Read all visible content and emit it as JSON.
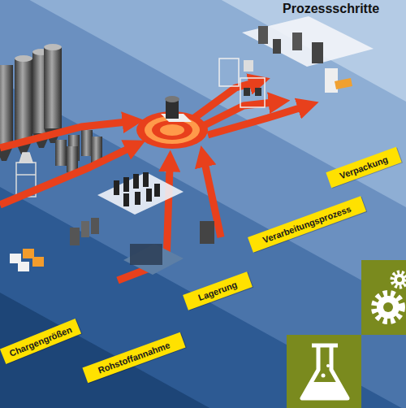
{
  "diagram": {
    "title": "Prozessschritte",
    "nodes": [
      {
        "text": [
          "Chargengrößen"
        ]
      },
      {
        "text": [
          "Rohstoffannahme"
        ]
      },
      {
        "text": [
          "Lagerung"
        ]
      },
      {
        "text": [
          "Verarbeitungsprozess"
        ]
      },
      {
        "text": [
          "Verpackung"
        ]
      }
    ]
  }
}
